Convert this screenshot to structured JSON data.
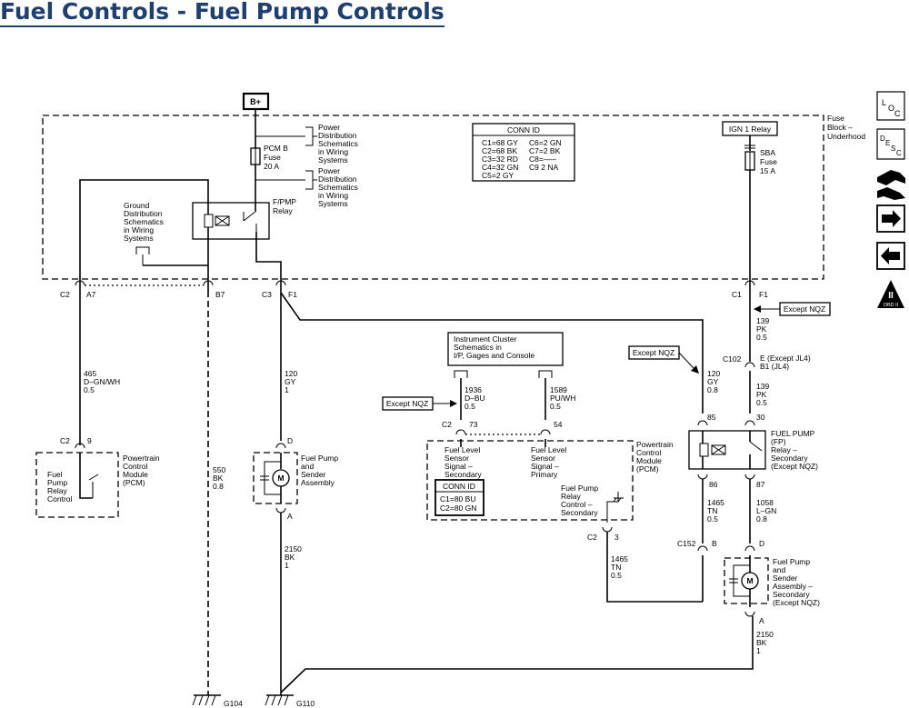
{
  "title": "Fuel Controls - Fuel Pump Controls",
  "labels": {
    "bplus": "B+",
    "fuse_block": [
      "Fuse",
      "Block –",
      "Underhood"
    ],
    "pcmb_fuse": [
      "PCM B",
      "Fuse",
      "20 A"
    ],
    "power_dist": [
      "Power",
      "Distribution",
      "Schematics",
      "in Wiring",
      "Systems"
    ],
    "fpmp_relay": [
      "F/PMP",
      "Relay"
    ],
    "ground_dist": [
      "Ground",
      "Distribution",
      "Schematics",
      "in Wiring",
      "Systems"
    ],
    "ign1": "IGN 1 Relay",
    "sba_fuse": [
      "SBA",
      "Fuse",
      "15 A"
    ],
    "conn_id_title": "CONN ID",
    "conn_id_left": [
      "C1=68 GY",
      "C2=68 BK",
      "C3=32 RD",
      "C4=32 GN",
      "C5=2 GY"
    ],
    "conn_id_right": [
      "C6=2 GN",
      "C7=2 BK",
      "C8=–––",
      "C9 2 NA"
    ],
    "c2": "C2",
    "a7": "A7",
    "b7": "B7",
    "c3": "C3",
    "f1": "F1",
    "c1": "C1",
    "except_nqz": "Except NQZ",
    "wire_465": [
      "465",
      "D–GN/WH",
      "0.5"
    ],
    "wire_120a": [
      "120",
      "GY",
      "1"
    ],
    "wire_550": [
      "550",
      "BK",
      "0.8"
    ],
    "wire_2150a": [
      "2150",
      "BK",
      "1"
    ],
    "wire_139a": [
      "139",
      "PK",
      "0.5"
    ],
    "c102": "C102",
    "c102_pins": [
      "E (Except JL4)",
      "B1 (JL4)"
    ],
    "wire_139b": [
      "139",
      "PK",
      "0.5"
    ],
    "wire_120b": [
      "120",
      "GY",
      "0.8"
    ],
    "ic_box": [
      "Instrument Cluster",
      "Schematics in",
      "I/P, Gages and Console"
    ],
    "wire_1936": [
      "1936",
      "D–BU",
      "0.5"
    ],
    "wire_1589": [
      "1589",
      "PU/WH",
      "0.5"
    ],
    "pin_73": "73",
    "pin_54": "54",
    "pin_9": "9",
    "pin_3": "3",
    "pcm_label": [
      "Powertrain",
      "Control",
      "Module",
      "(PCM)"
    ],
    "fuel_level_sec": [
      "Fuel Level",
      "Sensor",
      "Signal –",
      "Secondary"
    ],
    "fuel_level_pri": [
      "Fuel Level",
      "Sensor",
      "Signal –",
      "Primary"
    ],
    "conn_id2_title": "CONN ID",
    "conn_id2": [
      "C1=80 BU",
      "C2=80 GN"
    ],
    "fp_relay_ctrl_sec": [
      "Fuel Pump",
      "Relay",
      "Control –",
      "Secondary"
    ],
    "fp_relay_ctrl": [
      "Fuel",
      "Pump",
      "Relay",
      "Control"
    ],
    "pin_d": "D",
    "pin_a": "A",
    "pin_b": "B",
    "pump_label": [
      "Fuel Pump",
      "and",
      "Sender",
      "Assembly"
    ],
    "pin_85": "85",
    "pin_30": "30",
    "pin_86": "86",
    "pin_87": "87",
    "fp_relay_sec": [
      "FUEL PUMP",
      "(FP)",
      "Relay –",
      "Secondary",
      "(Except NQZ)"
    ],
    "wire_1465a": [
      "1465",
      "TN",
      "0.5"
    ],
    "wire_1058": [
      "1058",
      "L–GN",
      "0.8"
    ],
    "c152": "C152",
    "wire_1465b": [
      "1465",
      "TN",
      "0.5"
    ],
    "pump2_label": [
      "Fuel Pump",
      "and",
      "Sender",
      "Assembly –",
      "Secondary",
      "(Except NQZ)"
    ],
    "wire_2150b": [
      "2150",
      "BK",
      "1"
    ],
    "g104": "G104",
    "g110": "G110",
    "motor_m": "M"
  },
  "nav": {
    "loc": [
      "L",
      "O",
      "C"
    ],
    "desc": [
      "D",
      "E",
      "S",
      "C"
    ],
    "obd": [
      "II",
      "OBD II"
    ]
  }
}
